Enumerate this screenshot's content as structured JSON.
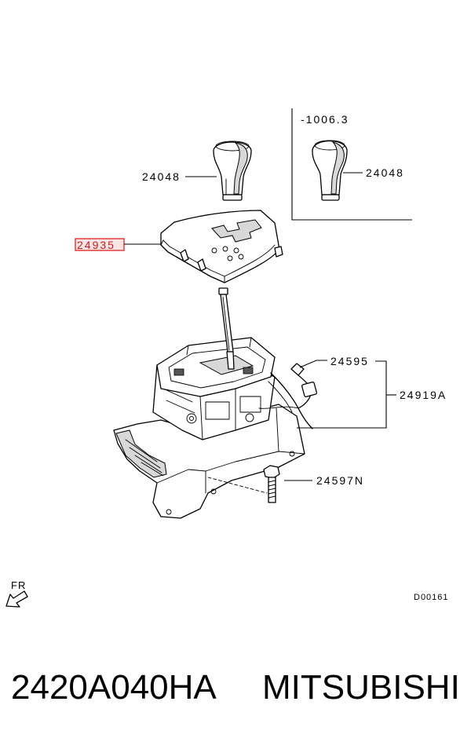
{
  "serial_range": "-1006.3",
  "callouts": [
    "24048",
    "24048",
    "24935",
    "24595",
    "24919A",
    "24597N"
  ],
  "direction_label": "FR",
  "diagram_code": "D00161",
  "footer": {
    "part_number": "2420A040HA",
    "brand": "MITSUBISHI"
  },
  "colors": {
    "line": "#000000",
    "highlight_stroke": "#e03030",
    "highlight_fill": "#fde4e4",
    "background": "#ffffff"
  },
  "icons": {
    "direction": "arrow-down-left-icon"
  }
}
